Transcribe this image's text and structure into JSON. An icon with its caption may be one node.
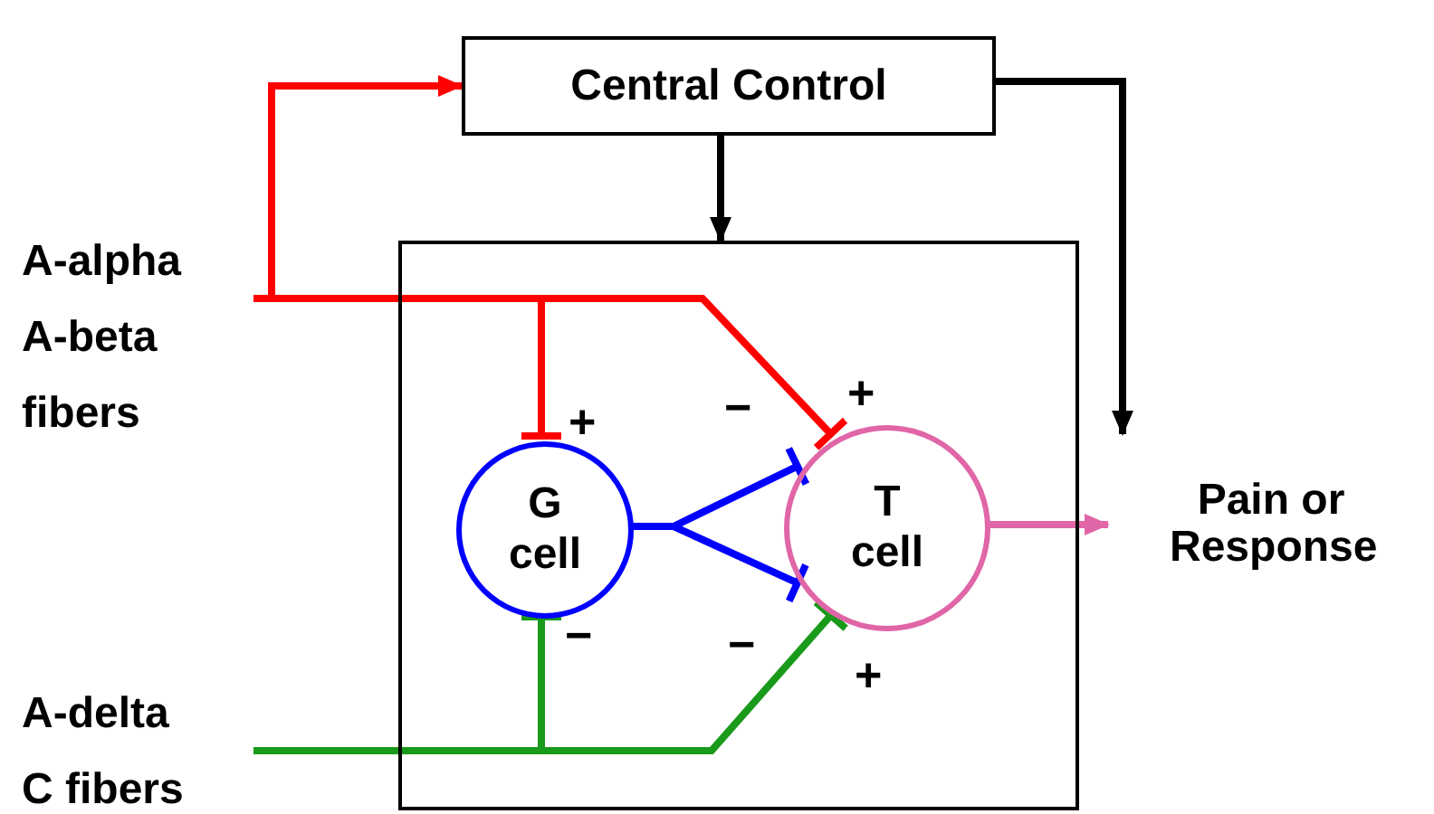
{
  "diagram": {
    "nodes": [
      {
        "text": [
          "Central Control"
        ]
      },
      {
        "text": [],
        "shape": "box"
      },
      {
        "text": [
          "G cell"
        ],
        "in": 1
      },
      {
        "text": [
          "T cell"
        ],
        "in": 1
      },
      {
        "text": [
          "A-alpha A-beta fibers"
        ]
      },
      {
        "text": [
          "A-delta C fibers"
        ]
      },
      {
        "text": [
          "Pain or Response"
        ]
      }
    ],
    "edges": [
      {
        "from": 4,
        "to": 0,
        "arrow": "to",
        "color": "#ff0000"
      },
      {
        "from": 4,
        "to": 2,
        "arrow": "other",
        "color": "#ff0000"
      },
      {
        "from": 4,
        "to": 3,
        "arrow": "other",
        "color": "#ff0000"
      },
      {
        "from": 5,
        "to": 2,
        "arrow": "other",
        "color": "#1a9a1a"
      },
      {
        "from": 5,
        "to": 3,
        "arrow": "other",
        "color": "#1a9a1a"
      },
      {
        "from": 2,
        "to": 3,
        "arrow": "other",
        "color": "#0000ff"
      },
      {
        "from": 2,
        "to": 3,
        "arrow": "other",
        "color": "#0000ff"
      },
      {
        "from": 0,
        "to": 1,
        "arrow": "to",
        "color": "#000000"
      },
      {
        "from": 0,
        "to": 6,
        "arrow": "to",
        "color": "#000000"
      },
      {
        "from": 3,
        "to": 6,
        "arrow": "to",
        "color": "#e066a8"
      }
    ],
    "labels": [
      "+",
      "−",
      "+",
      "−",
      "−",
      "+"
    ]
  }
}
